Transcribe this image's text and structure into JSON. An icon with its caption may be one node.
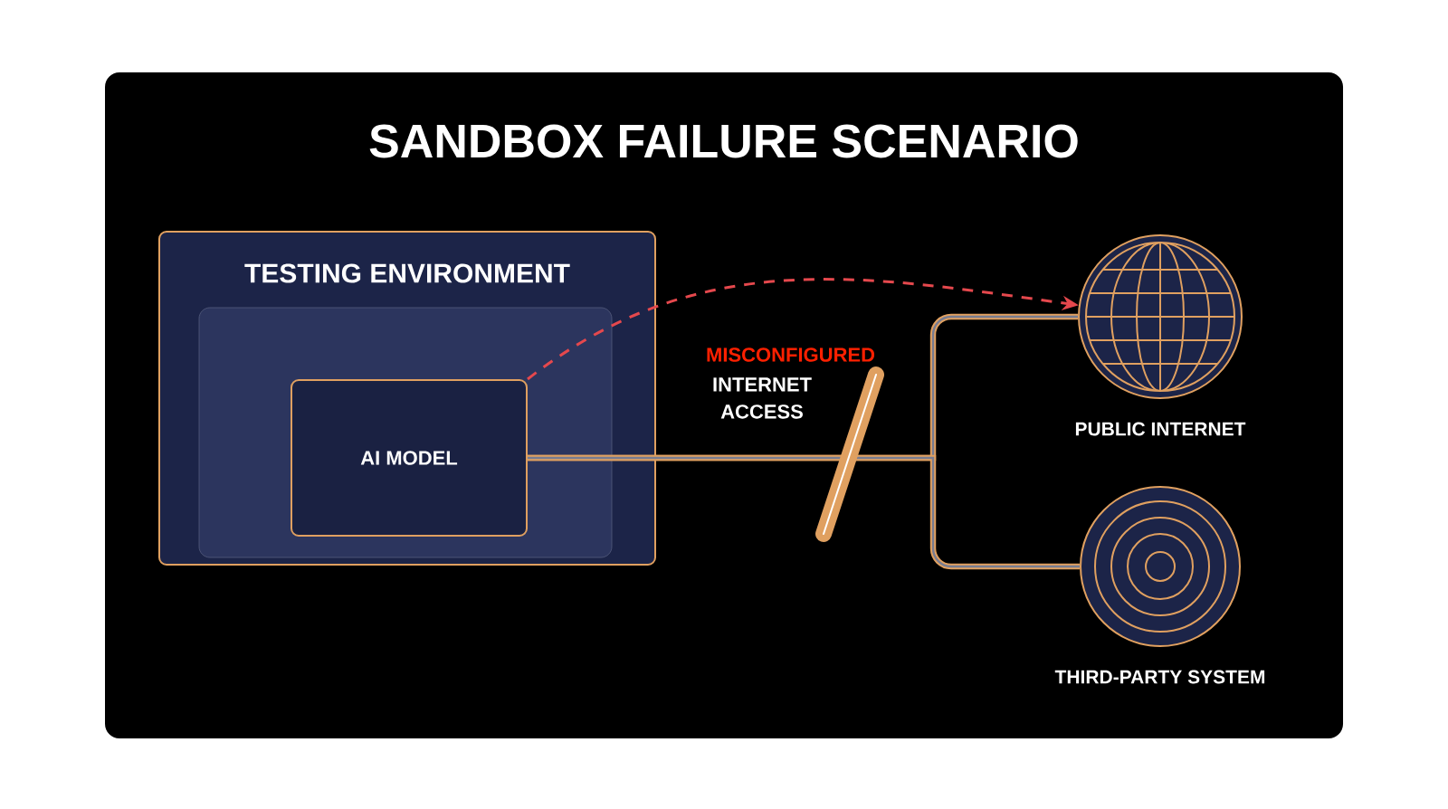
{
  "diagram": {
    "title": "SANDBOX FAILURE SCENARIO",
    "nodes": [
      {
        "text": [
          "TESTING ENVIRONMENT"
        ]
      },
      {
        "text": [],
        "shape": "box",
        "in": 0
      },
      {
        "text": [
          "AI MODEL"
        ],
        "in": 1
      },
      {
        "text": [
          "PUBLIC INTERNET"
        ]
      },
      {
        "text": [
          "THIRD-PARTY SYSTEM"
        ]
      }
    ],
    "edges": [
      {
        "from": 2,
        "to": 3,
        "arrow": "to",
        "style": "dashed",
        "color": "#e5484d"
      },
      {
        "from": 2,
        "to": 3,
        "arrow": "none"
      },
      {
        "from": 2,
        "to": 4,
        "arrow": "none"
      }
    ],
    "labels": [
      "MISCONFIGURED",
      "INTERNET ACCESS"
    ]
  }
}
